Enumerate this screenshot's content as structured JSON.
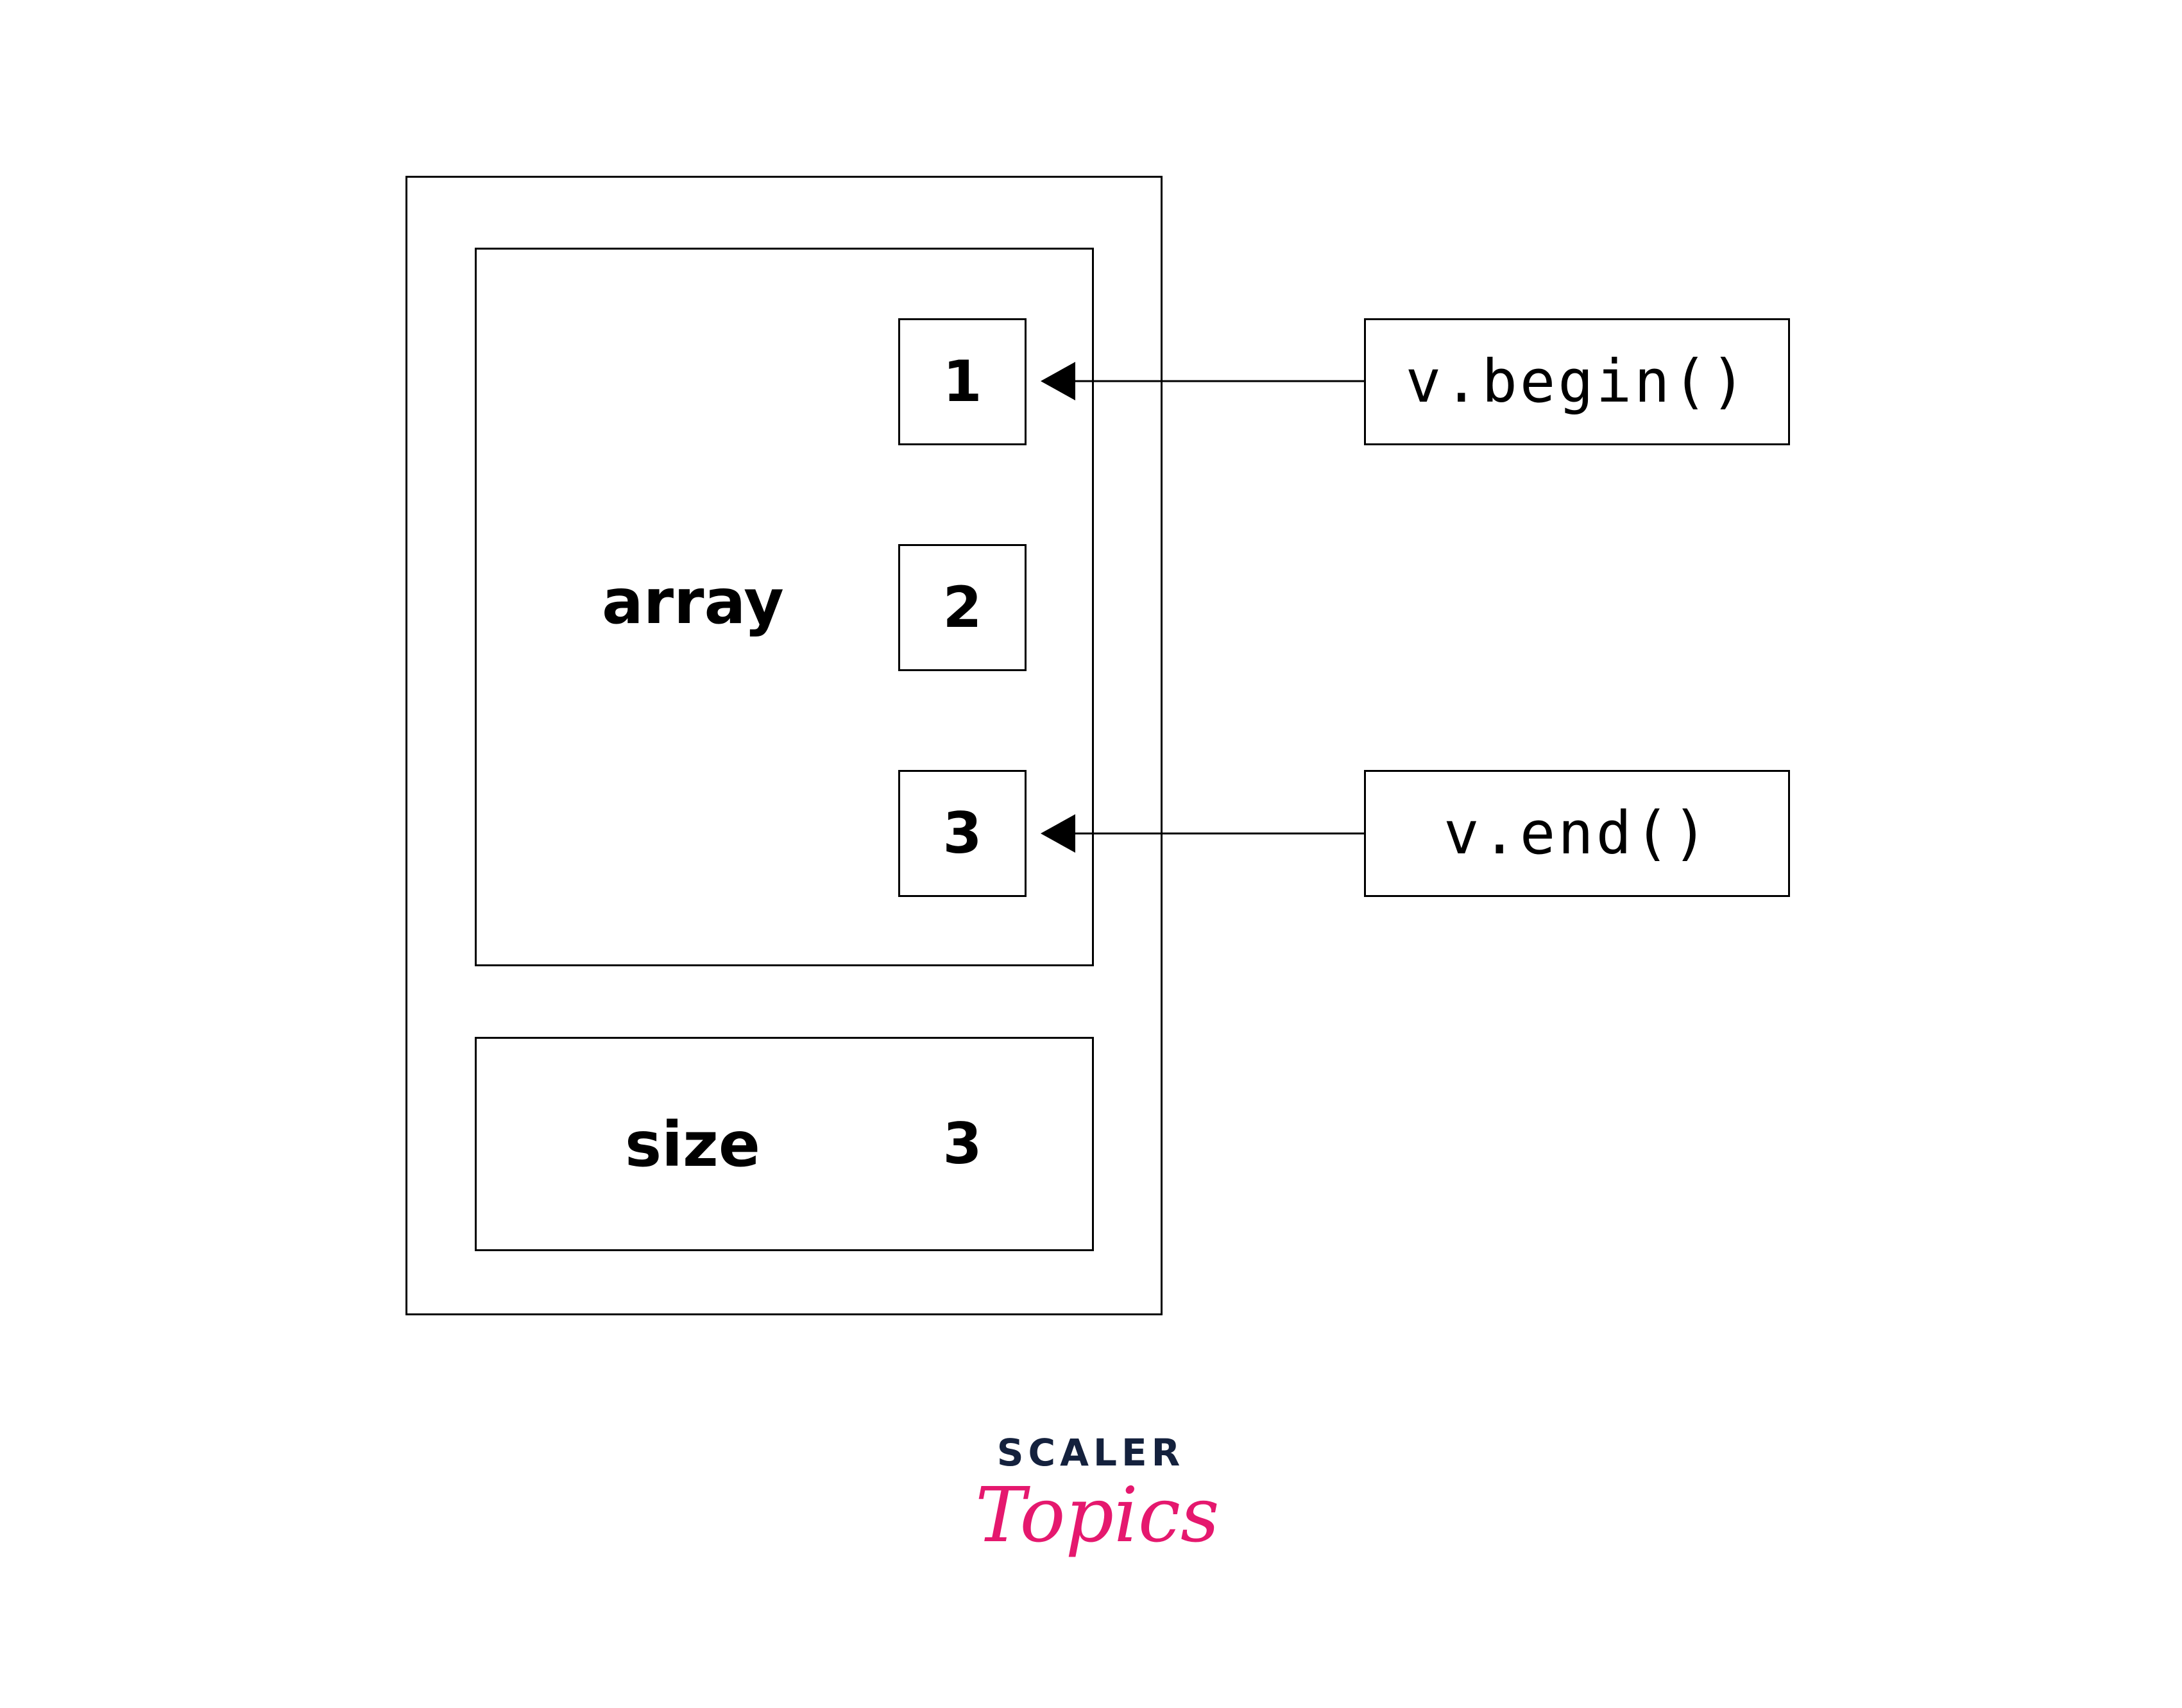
{
  "diagram": {
    "array_label": "array",
    "elements": [
      "1",
      "2",
      "3"
    ],
    "size_label": "size",
    "size_value": "3",
    "iterators": {
      "begin": "v.begin()",
      "end": "v.end()"
    }
  },
  "logo": {
    "top": "SCALER",
    "bottom": "Topics"
  },
  "colors": {
    "stroke": "#000000",
    "logo_dark": "#14213d",
    "logo_accent": "#e5186e"
  }
}
